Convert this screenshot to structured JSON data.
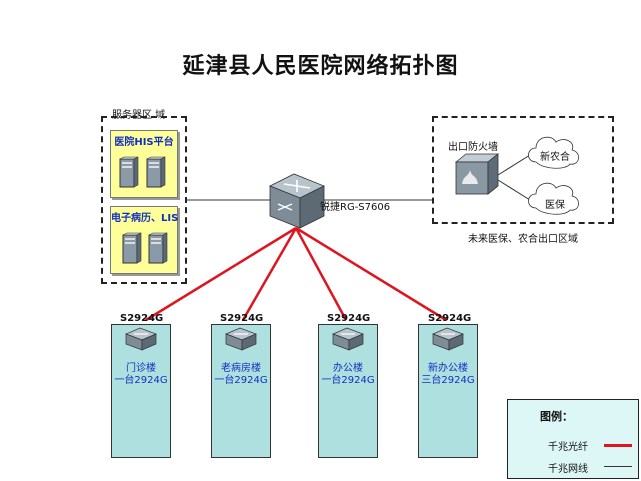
{
  "title": "延津县人民医院网络拓扑图",
  "server_zone": {
    "label": "服务器区 域",
    "servers": [
      {
        "label": "医院HIS平台"
      },
      {
        "label": "电子病历、LIS"
      }
    ]
  },
  "core_switch": {
    "label": "锐捷RG-S7606"
  },
  "future_zone": {
    "label": "未来医保、农合出口区域",
    "firewall_label": "出口防火墙",
    "clouds": [
      {
        "label": "新农合"
      },
      {
        "label": "医保"
      }
    ]
  },
  "buildings": [
    {
      "switch_model": "S2924G",
      "name": "门诊楼",
      "count": "一台2924G"
    },
    {
      "switch_model": "S2924G",
      "name": "老病房楼",
      "count": "一台2924G"
    },
    {
      "switch_model": "S2924G",
      "name": "办公楼",
      "count": "一台2924G"
    },
    {
      "switch_model": "S2924G",
      "name": "新办公楼",
      "count": "三台2924G"
    }
  ],
  "legend": {
    "title": "图例：",
    "items": [
      {
        "label": "千兆光纤",
        "color": "#e0141e"
      },
      {
        "label": "千兆网线",
        "color": "#333333"
      }
    ]
  }
}
